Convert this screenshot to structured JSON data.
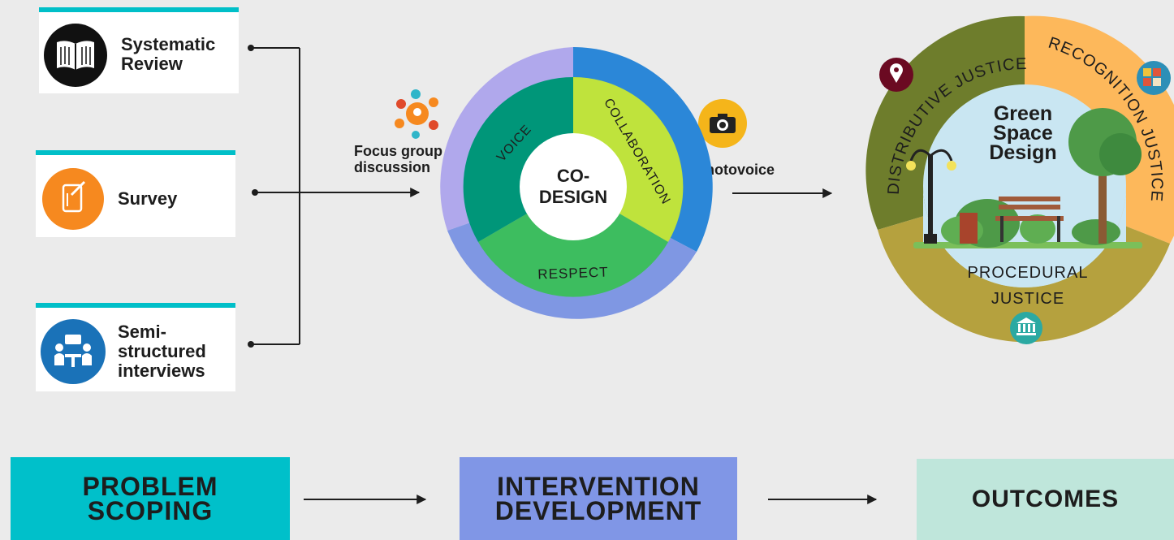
{
  "methods": [
    {
      "label": "Systematic\nReview",
      "icon": "book-icon"
    },
    {
      "label": "Survey",
      "icon": "survey-clipboard-icon"
    },
    {
      "label": "Semi-\nstructured\ninterviews",
      "icon": "interview-icon"
    }
  ],
  "focus_group": {
    "label": "Focus group\ndiscussion",
    "icon": "focus-group-people-icon"
  },
  "photovoice": {
    "label": "Photovoice",
    "icon": "camera-icon"
  },
  "codesign": {
    "center_label": "CO-\nDESIGN",
    "segments": [
      "VOICE",
      "COLLABORATION",
      "RESPECT"
    ]
  },
  "outcomes_diagram": {
    "center_title": "Green\nSpace\nDesign",
    "arcs": [
      "DISTRIBUTIVE JUSTICE",
      "RECOGNITION JUSTICE"
    ],
    "bottom_label": "PROCEDURAL\nJUSTICE",
    "icons": [
      "location-pin-icon",
      "recognition-blocks-icon",
      "institution-icon"
    ]
  },
  "stages": [
    {
      "label": "PROBLEM\nSCOPING",
      "color": "#00c0ca"
    },
    {
      "label": "INTERVENTION\nDEVELOPMENT",
      "color": "#8096e6"
    },
    {
      "label": "OUTCOMES",
      "color": "#bfe6db"
    }
  ],
  "colors": {
    "teal": "#00bfc8",
    "voice": "#009679",
    "collaboration": "#bfe33c",
    "respect": "#3dbd5f",
    "outer_purple": "#b0a8ec",
    "outer_blue": "#2b87d8",
    "outer_periwinkle": "#7f97e3",
    "olive": "#6e7d2c",
    "orange": "#fdb85b",
    "mustard": "#b5a13e",
    "sky": "#c9e6f2"
  }
}
